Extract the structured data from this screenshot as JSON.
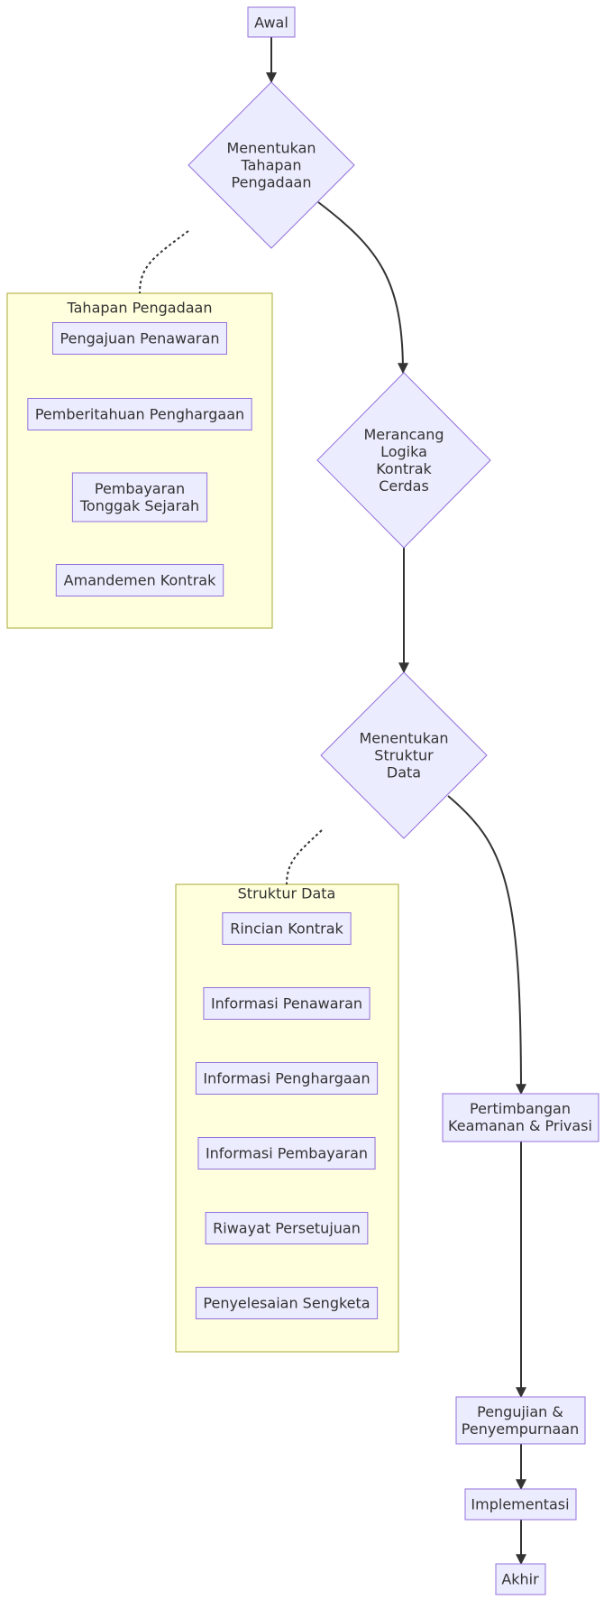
{
  "nodes": {
    "start": "Awal",
    "procurement_stages": [
      "Menentukan",
      "Tahapan",
      "Pengadaan"
    ],
    "contract_logic": [
      "Merancang",
      "Logika",
      "Kontrak",
      "Cerdas"
    ],
    "data_structure": [
      "Menentukan",
      "Struktur",
      "Data"
    ],
    "security": [
      "Pertimbangan",
      "Keamanan & Privasi"
    ],
    "testing": [
      "Pengujian &",
      "Penyempurnaan"
    ],
    "implementation": "Implementasi",
    "end": "Akhir"
  },
  "clusters": {
    "procurement": {
      "title": "Tahapan Pengadaan",
      "items": [
        [
          "Pengajuan Penawaran"
        ],
        [
          "Pemberitahuan Penghargaan"
        ],
        [
          "Pembayaran",
          "Tonggak Sejarah"
        ],
        [
          "Amandemen Kontrak"
        ]
      ]
    },
    "data": {
      "title": "Struktur Data",
      "items": [
        [
          "Rincian Kontrak"
        ],
        [
          "Informasi Penawaran"
        ],
        [
          "Informasi Penghargaan"
        ],
        [
          "Informasi Pembayaran"
        ],
        [
          "Riwayat Persetujuan"
        ],
        [
          "Penyelesaian Sengketa"
        ]
      ]
    }
  },
  "colors": {
    "node_fill": "#ECECFF",
    "node_stroke": "#9370DB",
    "cluster_fill": "#ffffde",
    "cluster_stroke": "#aaaa33",
    "edge": "#333333"
  }
}
